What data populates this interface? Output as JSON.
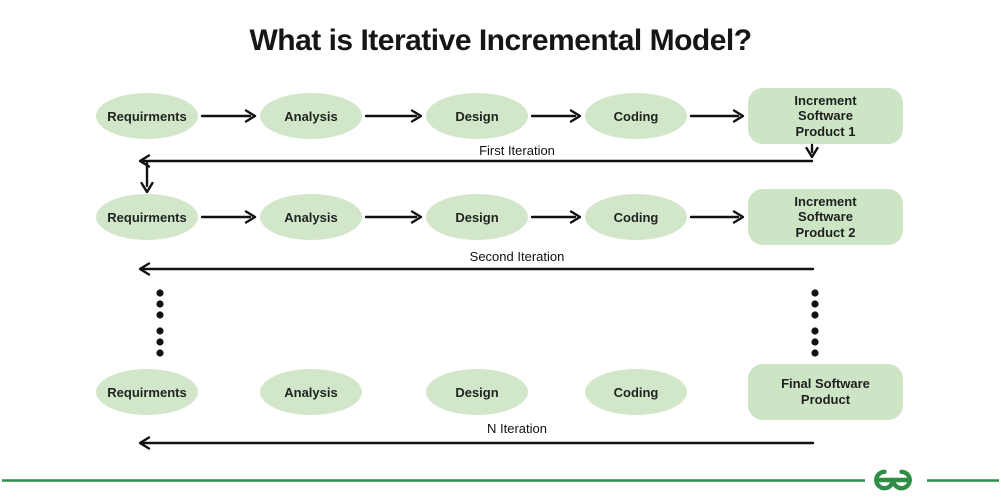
{
  "title": "What is Iterative Incremental Model?",
  "rows": [
    {
      "stages": [
        "Requirments",
        "Analysis",
        "Design",
        "Coding"
      ],
      "product": "Increment\nSoftware\nProduct 1"
    },
    {
      "stages": [
        "Requirments",
        "Analysis",
        "Design",
        "Coding"
      ],
      "product": "Increment\nSoftware\nProduct 2"
    },
    {
      "stages": [
        "Requirments",
        "Analysis",
        "Design",
        "Coding"
      ],
      "product": "Final Software\nProduct"
    }
  ],
  "iterations": [
    {
      "label": "First Iteration"
    },
    {
      "label": "Second Iteration"
    },
    {
      "label": "N Iteration"
    }
  ],
  "colors": {
    "ellipse_fill": "#d2e6ca",
    "box_fill": "#cde4c5",
    "arrow": "#111111",
    "text": "#1b1b1b",
    "brand_green": "#2f8d46"
  }
}
